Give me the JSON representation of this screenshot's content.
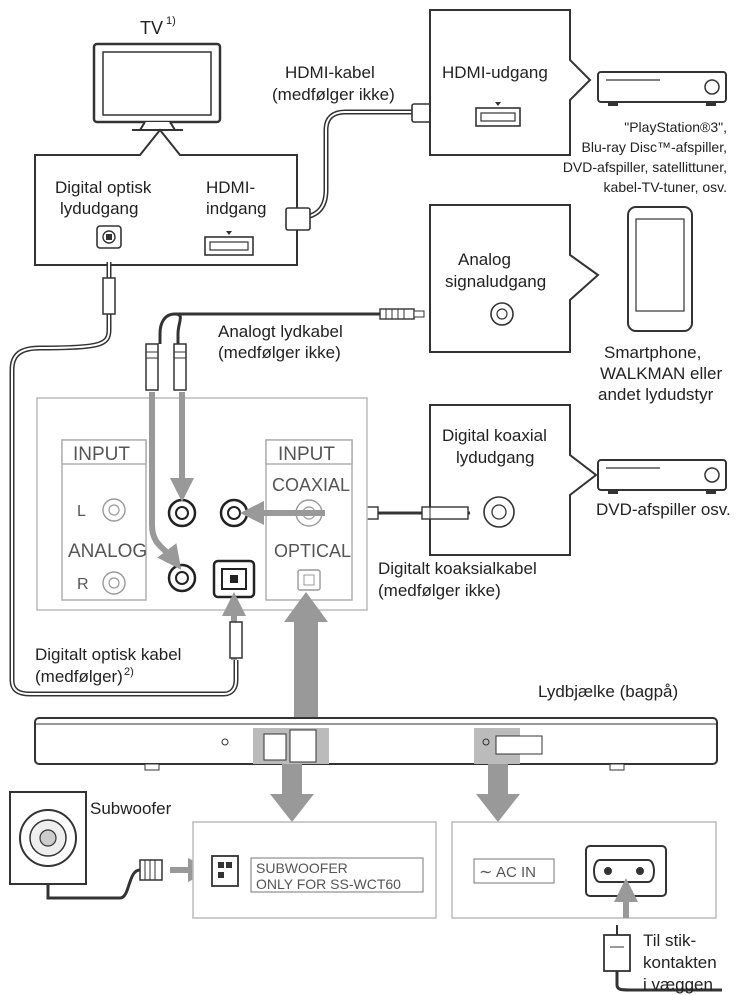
{
  "tv": {
    "label": "TV",
    "footnote": "1)",
    "audio_out_line1": "Digital optisk",
    "audio_out_line2": "lydudgang",
    "hdmi_in_line1": "HDMI-",
    "hdmi_in_line2": "indgang"
  },
  "hdmi_cable": {
    "line1": "HDMI-kabel",
    "line2": "(medfølger ikke)"
  },
  "hdmi_source": {
    "label": "HDMI-udgang"
  },
  "source_devices": {
    "line1": "\"PlayStation®3\",",
    "line2": "Blu-ray Disc™-afspiller,",
    "line3": "DVD-afspiller, satellittuner,",
    "line4": "kabel-TV-tuner, osv."
  },
  "analog_source": {
    "line1": "Analog",
    "line2": "signaludgang"
  },
  "smartphone": {
    "line1": "Smartphone,",
    "line2": "WALKMAN eller",
    "line3": "andet lydudstyr"
  },
  "analog_cable": {
    "line1": "Analogt lydkabel",
    "line2": "(medfølger ikke)"
  },
  "coax_source": {
    "line1": "Digital koaxial",
    "line2": "lydudgang"
  },
  "dvd": {
    "label": "DVD-afspiller osv."
  },
  "coax_cable": {
    "line1": "Digitalt koaksialkabel",
    "line2": "(medfølger ikke)"
  },
  "optical_cable": {
    "line1": "Digitalt optisk kabel",
    "line2": "(medfølger)",
    "footnote": "2)"
  },
  "panel": {
    "input_analog": "INPUT",
    "l": "L",
    "analog": "ANALOG",
    "r": "R",
    "input_digital": "INPUT",
    "coaxial": "COAXIAL",
    "optical": "OPTICAL"
  },
  "soundbar": {
    "label": "Lydbjælke (bagpå)"
  },
  "subwoofer": {
    "label": "Subwoofer",
    "port_line1": "SUBWOOFER",
    "port_line2": "ONLY FOR SS-WCT60"
  },
  "ac": {
    "label": "AC IN",
    "symbol": "∼"
  },
  "wall": {
    "line1": "Til stik-",
    "line2": "kontakten",
    "line3": "i væggen"
  }
}
